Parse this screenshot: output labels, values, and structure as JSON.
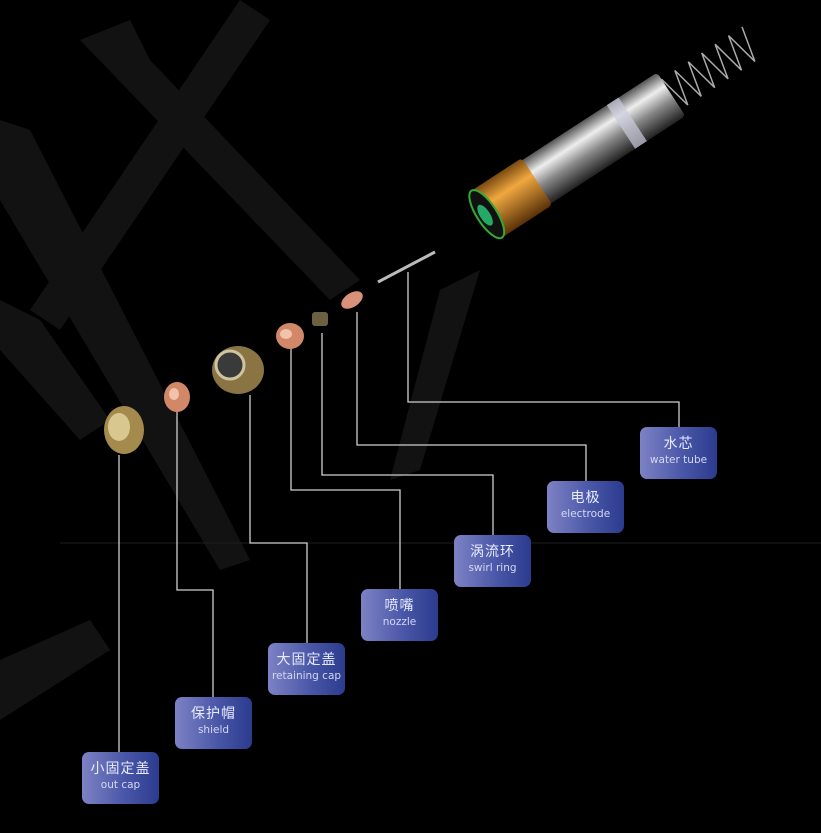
{
  "parts": [
    {
      "id": "out-cap",
      "zh": "小固定盖",
      "en": "out cap"
    },
    {
      "id": "shield",
      "zh": "保护帽",
      "en": "shield"
    },
    {
      "id": "retaining-cap",
      "zh": "大固定盖",
      "en": "retaining cap"
    },
    {
      "id": "nozzle",
      "zh": "喷嘴",
      "en": "nozzle"
    },
    {
      "id": "swirl-ring",
      "zh": "涡流环",
      "en": "swirl ring"
    },
    {
      "id": "electrode",
      "zh": "电极",
      "en": "electrode"
    },
    {
      "id": "water-tube",
      "zh": "水芯",
      "en": "water tube"
    }
  ],
  "colors": {
    "background": "#000000",
    "label_left": "#7d82c4",
    "label_right": "#2b3b8e",
    "leader": "#cfcfcf",
    "copper": "#d9927a",
    "brass": "#a58a4e",
    "orange_band": "#d48a22"
  }
}
